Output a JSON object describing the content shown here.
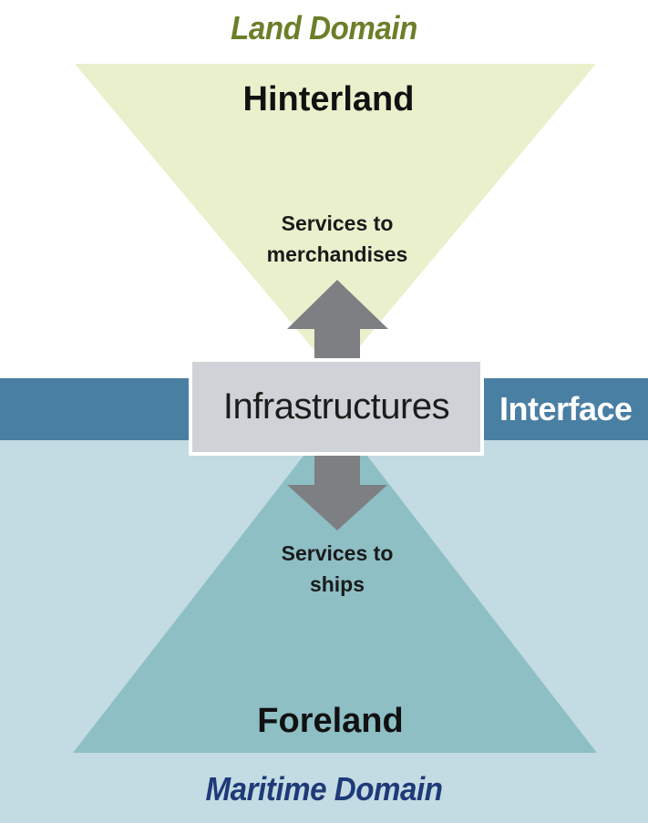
{
  "diagram": {
    "land_domain": "Land Domain",
    "hinterland": "Hinterland",
    "services_merchandises_line1": "Services to",
    "services_merchandises_line2": "merchandises",
    "infrastructures": "Infrastructures",
    "interface": "Interface",
    "services_ships_line1": "Services to",
    "services_ships_line2": "ships",
    "foreland": "Foreland",
    "maritime_domain": "Maritime Domain"
  },
  "colors": {
    "land_triangle": "#eaf0cc",
    "maritime_background": "#c3dbe2",
    "maritime_triangle": "#8dbfc5",
    "interface_band": "#4a7fa4",
    "infrastructure_box": "#cfd2d6",
    "arrow": "#7d7f82",
    "land_domain_text": "#6b7f2a",
    "maritime_domain_text": "#1e3a78"
  }
}
